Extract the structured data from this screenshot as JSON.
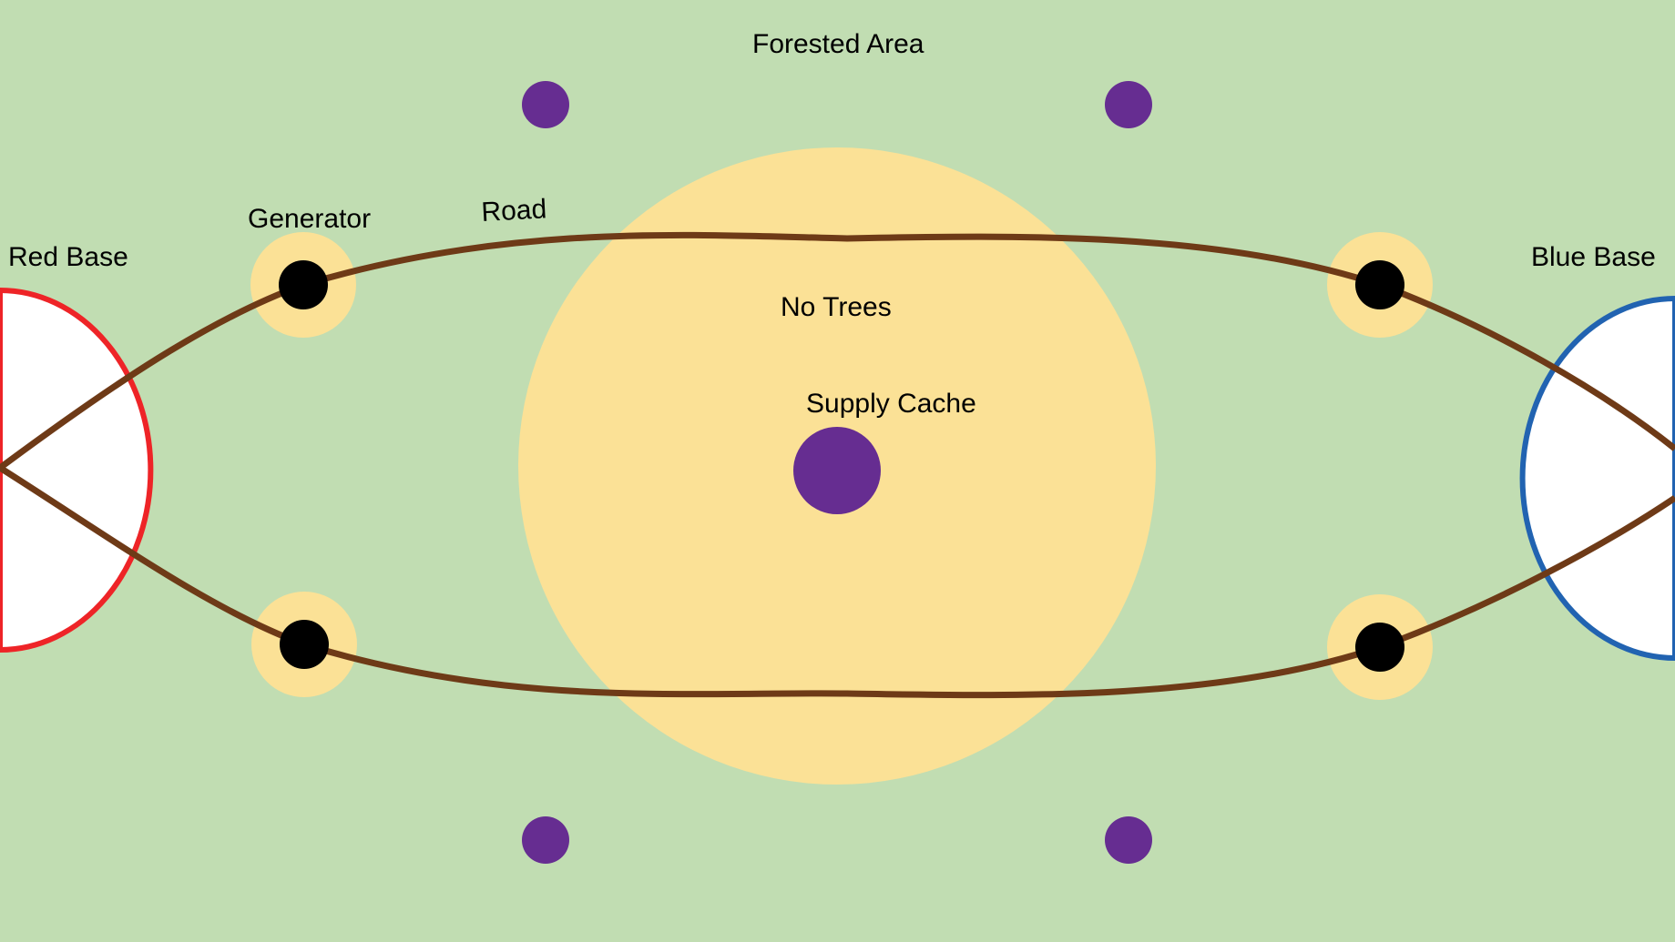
{
  "map": {
    "colors": {
      "forest": "#c1ddb2",
      "clearing": "#fbe196",
      "road": "#6e3a17",
      "red_base": "#ee2427",
      "blue_base": "#2163b1",
      "base_fill": "#ffffff",
      "generator": "#000000",
      "cache": "#662d91"
    },
    "labels": {
      "forested_area": "Forested Area",
      "generator": "Generator",
      "road": "Road",
      "red_base": "Red Base",
      "blue_base": "Blue Base",
      "no_trees": "No Trees",
      "supply_cache": "Supply Cache"
    }
  }
}
